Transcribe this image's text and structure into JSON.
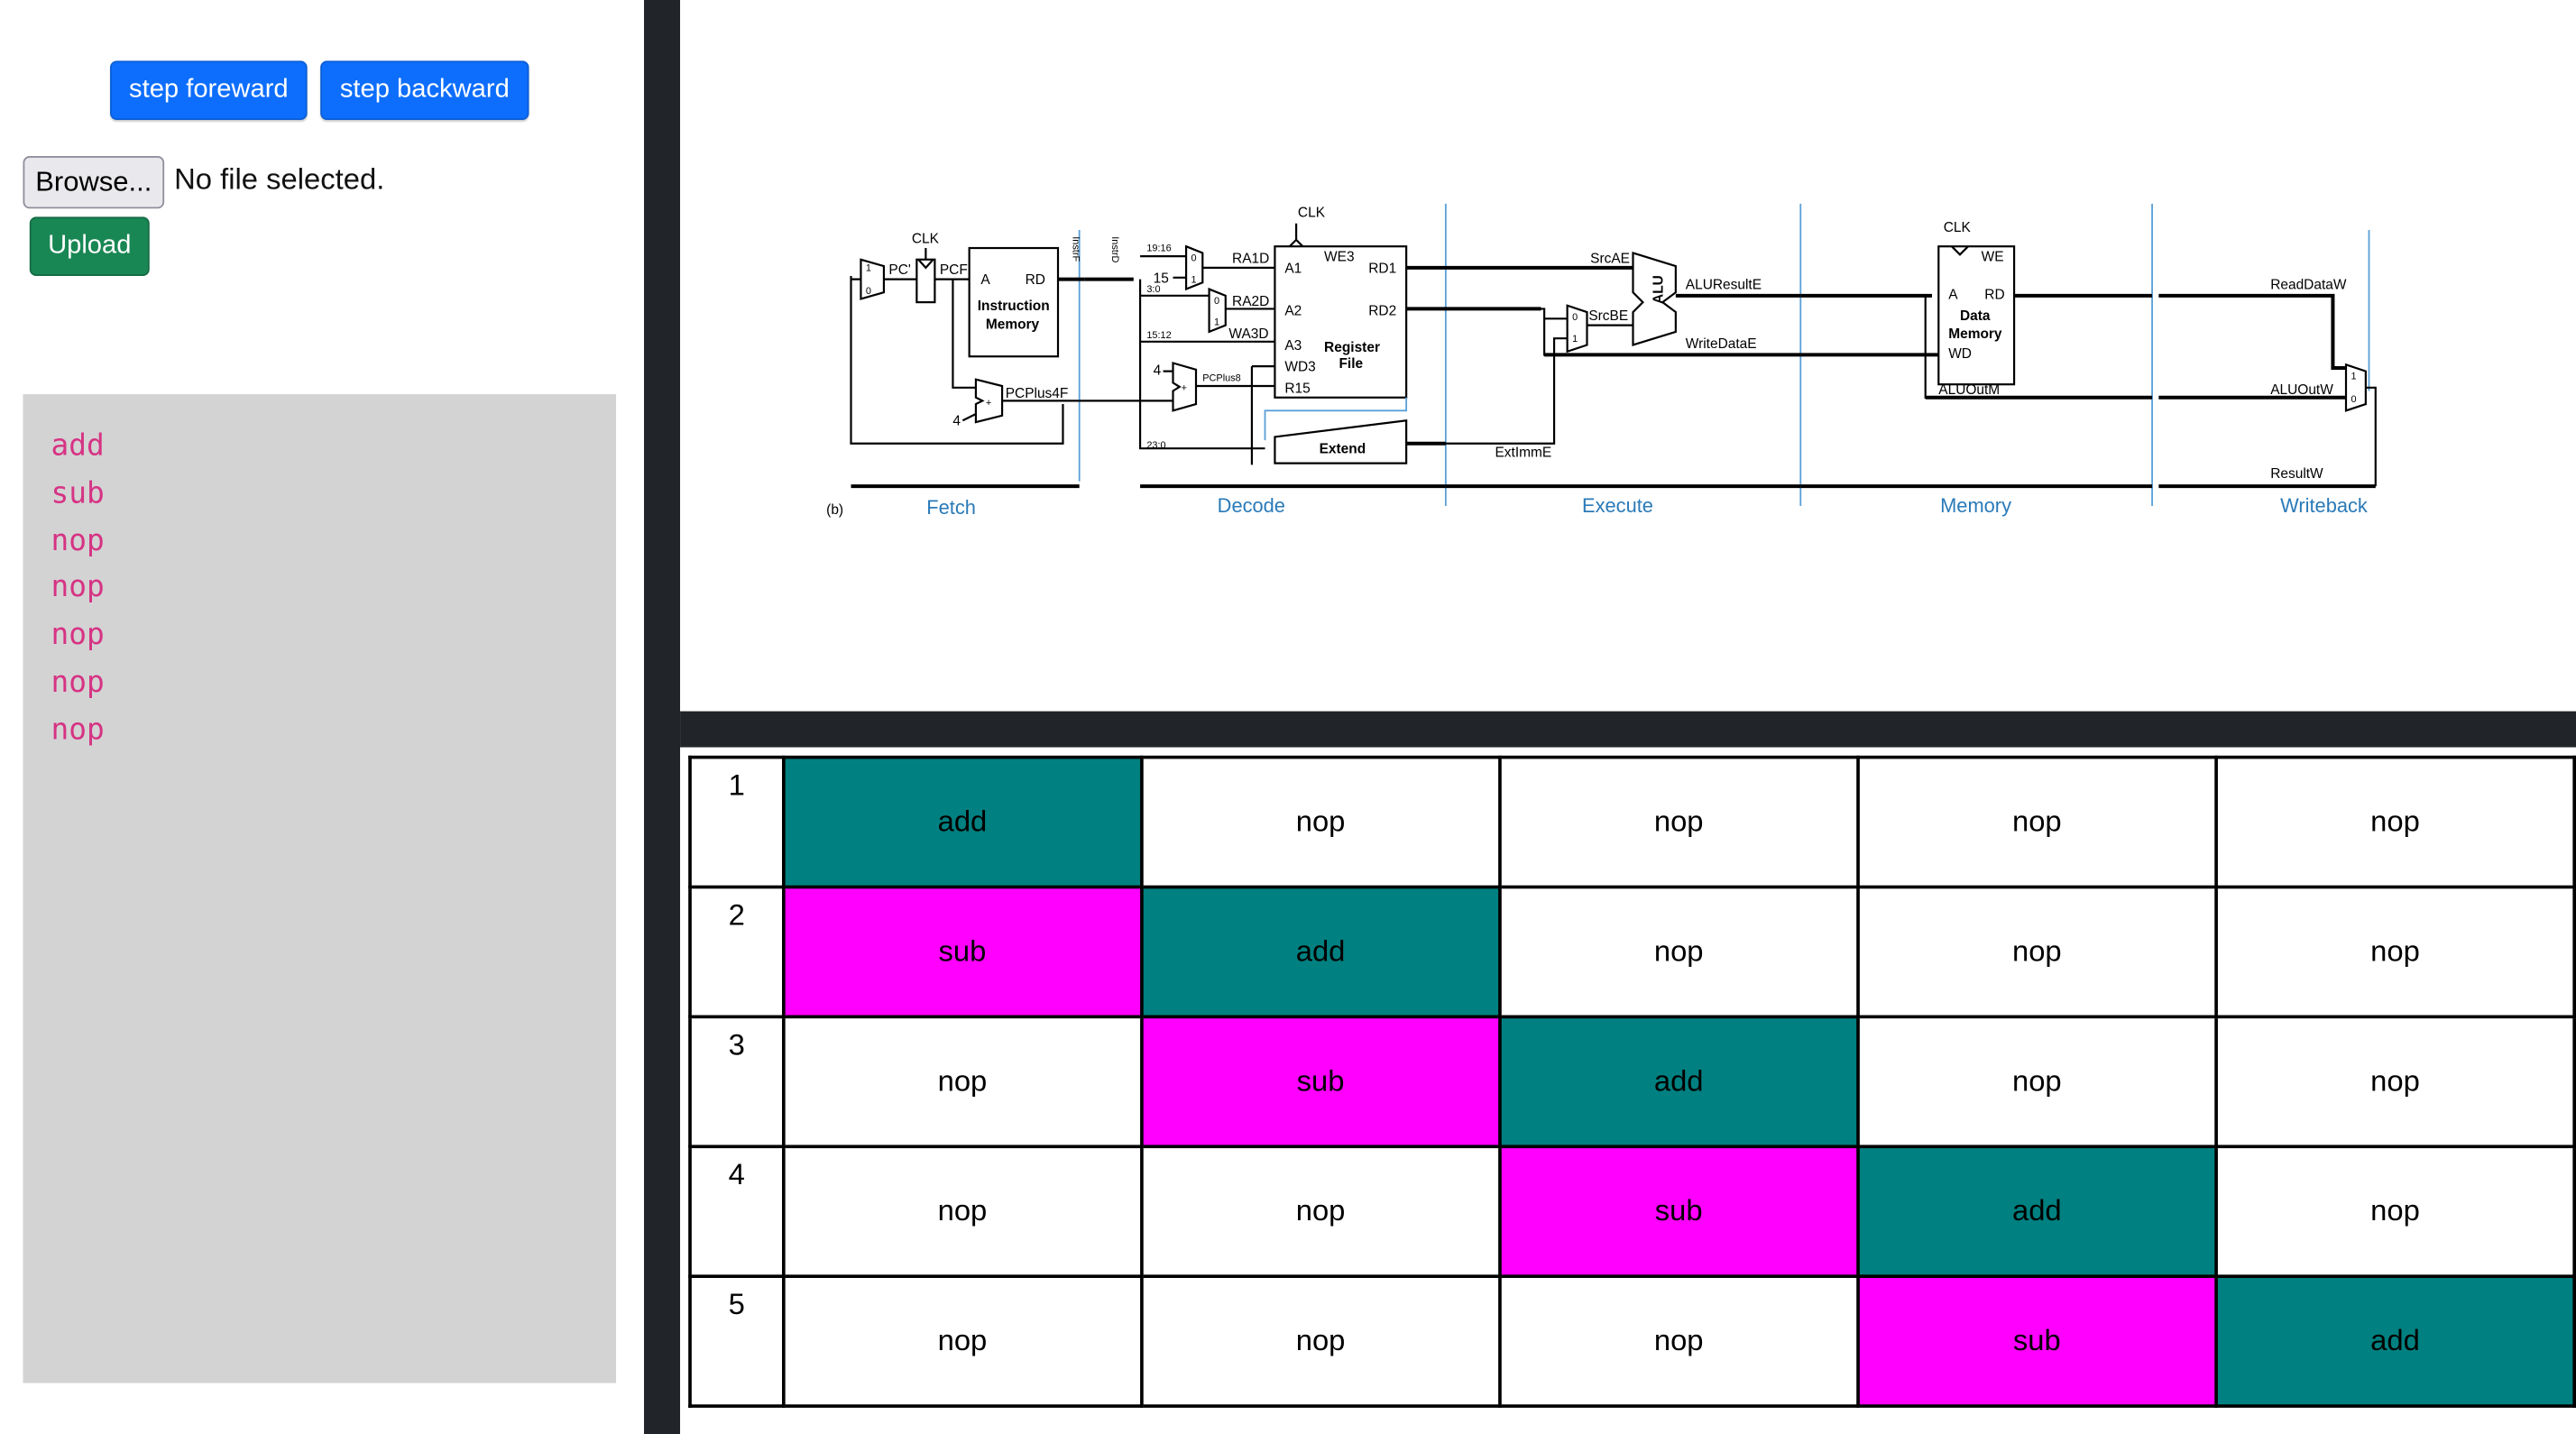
{
  "controls": {
    "step_forward_label": "step foreward",
    "step_backward_label": "step backward",
    "browse_label": "Browse...",
    "file_status": "No file selected.",
    "upload_label": "Upload"
  },
  "instructions": [
    "add",
    "sub",
    "nop",
    "nop",
    "nop",
    "nop",
    "nop"
  ],
  "diagram": {
    "labels": {
      "clk": "CLK",
      "pc_prime": "PC'",
      "pcf": "PCF",
      "a": "A",
      "rd": "RD",
      "instruction_memory_1": "Instruction",
      "instruction_memory_2": "Memory",
      "instrf": "InstrF",
      "instrd": "InstrD",
      "pcplus4f": "PCPlus4F",
      "four": "4",
      "ra1d": "RA1D",
      "ra2d": "RA2D",
      "wa3d": "WA3D",
      "bits_19_16": "19:16",
      "bits_3_0": "3:0",
      "bits_15_12": "15:12",
      "bits_23_0": "23:0",
      "fifteen": "15",
      "pcplus8": "PCPlus8",
      "we3": "WE3",
      "a1": "A1",
      "a2": "A2",
      "a3": "A3",
      "wd3": "WD3",
      "r15": "R15",
      "rd1": "RD1",
      "rd2": "RD2",
      "register_file_1": "Register",
      "register_file_2": "File",
      "extend": "Extend",
      "srcae": "SrcAE",
      "srcbe": "SrcBE",
      "alu": "ALU",
      "aluresulte": "ALUResultE",
      "writedatae": "WriteDataE",
      "extimme": "ExtImmE",
      "we": "WE",
      "data_memory_1": "Data",
      "data_memory_2": "Memory",
      "wd": "WD",
      "aluoutm": "ALUOutM",
      "readdataw": "ReadDataW",
      "aluoutw": "ALUOutW",
      "resultw": "ResultW",
      "mux0": "0",
      "mux1": "1",
      "figure_tag": "(b)"
    },
    "stages": [
      "Fetch",
      "Decode",
      "Execute",
      "Memory",
      "Writeback"
    ],
    "colors": {
      "stage_label": "#2a7ab8",
      "wire": "#000000",
      "blue_wire": "#5aa0d8"
    }
  },
  "pipeline": {
    "colors": {
      "add": "#008080",
      "sub": "#ff00ff",
      "nop": "#ffffff"
    },
    "rows": [
      {
        "cycle": "1",
        "cells": [
          "add",
          "nop",
          "nop",
          "nop",
          "nop"
        ]
      },
      {
        "cycle": "2",
        "cells": [
          "sub",
          "add",
          "nop",
          "nop",
          "nop"
        ]
      },
      {
        "cycle": "3",
        "cells": [
          "nop",
          "sub",
          "add",
          "nop",
          "nop"
        ]
      },
      {
        "cycle": "4",
        "cells": [
          "nop",
          "nop",
          "sub",
          "add",
          "nop"
        ]
      },
      {
        "cycle": "5",
        "cells": [
          "nop",
          "nop",
          "nop",
          "sub",
          "add"
        ]
      }
    ]
  }
}
